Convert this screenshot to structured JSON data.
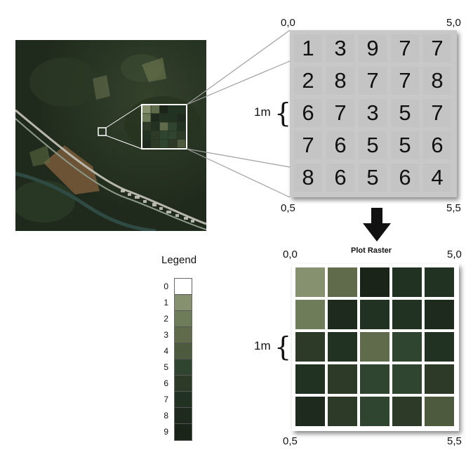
{
  "grid_values": [
    [
      1,
      3,
      9,
      7,
      7
    ],
    [
      2,
      8,
      7,
      7,
      8
    ],
    [
      6,
      7,
      3,
      5,
      7
    ],
    [
      7,
      6,
      5,
      5,
      6
    ],
    [
      8,
      6,
      5,
      6,
      4
    ]
  ],
  "number_grid": {
    "corner_top_left": "0,0",
    "corner_top_right": "5,0",
    "corner_bottom_left": "0,5",
    "corner_bottom_right": "5,5",
    "brace_label": "1m"
  },
  "plot_raster": {
    "title": "Plot Raster",
    "corner_top_left": "0,0",
    "corner_top_right": "5,0",
    "corner_bottom_left": "0,5",
    "corner_bottom_right": "5,5",
    "brace_label": "1m"
  },
  "legend": {
    "title": "Legend",
    "items": [
      {
        "value": "0",
        "color": "#ffffff"
      },
      {
        "value": "1",
        "color": "#869170"
      },
      {
        "value": "2",
        "color": "#6f7c59"
      },
      {
        "value": "3",
        "color": "#5f6b4b"
      },
      {
        "value": "4",
        "color": "#4d5a3d"
      },
      {
        "value": "5",
        "color": "#2f4530"
      },
      {
        "value": "6",
        "color": "#2d3a28"
      },
      {
        "value": "7",
        "color": "#223222"
      },
      {
        "value": "8",
        "color": "#1e2a1e"
      },
      {
        "value": "9",
        "color": "#1a2419"
      }
    ]
  }
}
